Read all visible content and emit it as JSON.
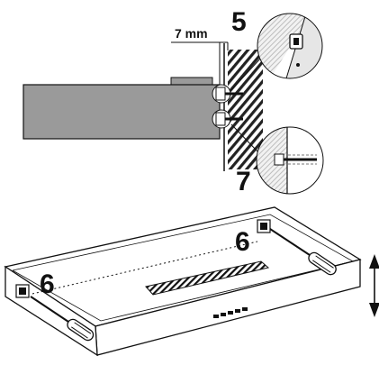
{
  "labels": {
    "gap": "7 mm",
    "step5": "5",
    "step6_right": "6",
    "step6_left": "6",
    "step7": "7"
  },
  "colors": {
    "shelf_fill": "#9a9a9a",
    "wall_hatch": "#222222",
    "line": "#111111",
    "detail_bg": "#ececec"
  }
}
